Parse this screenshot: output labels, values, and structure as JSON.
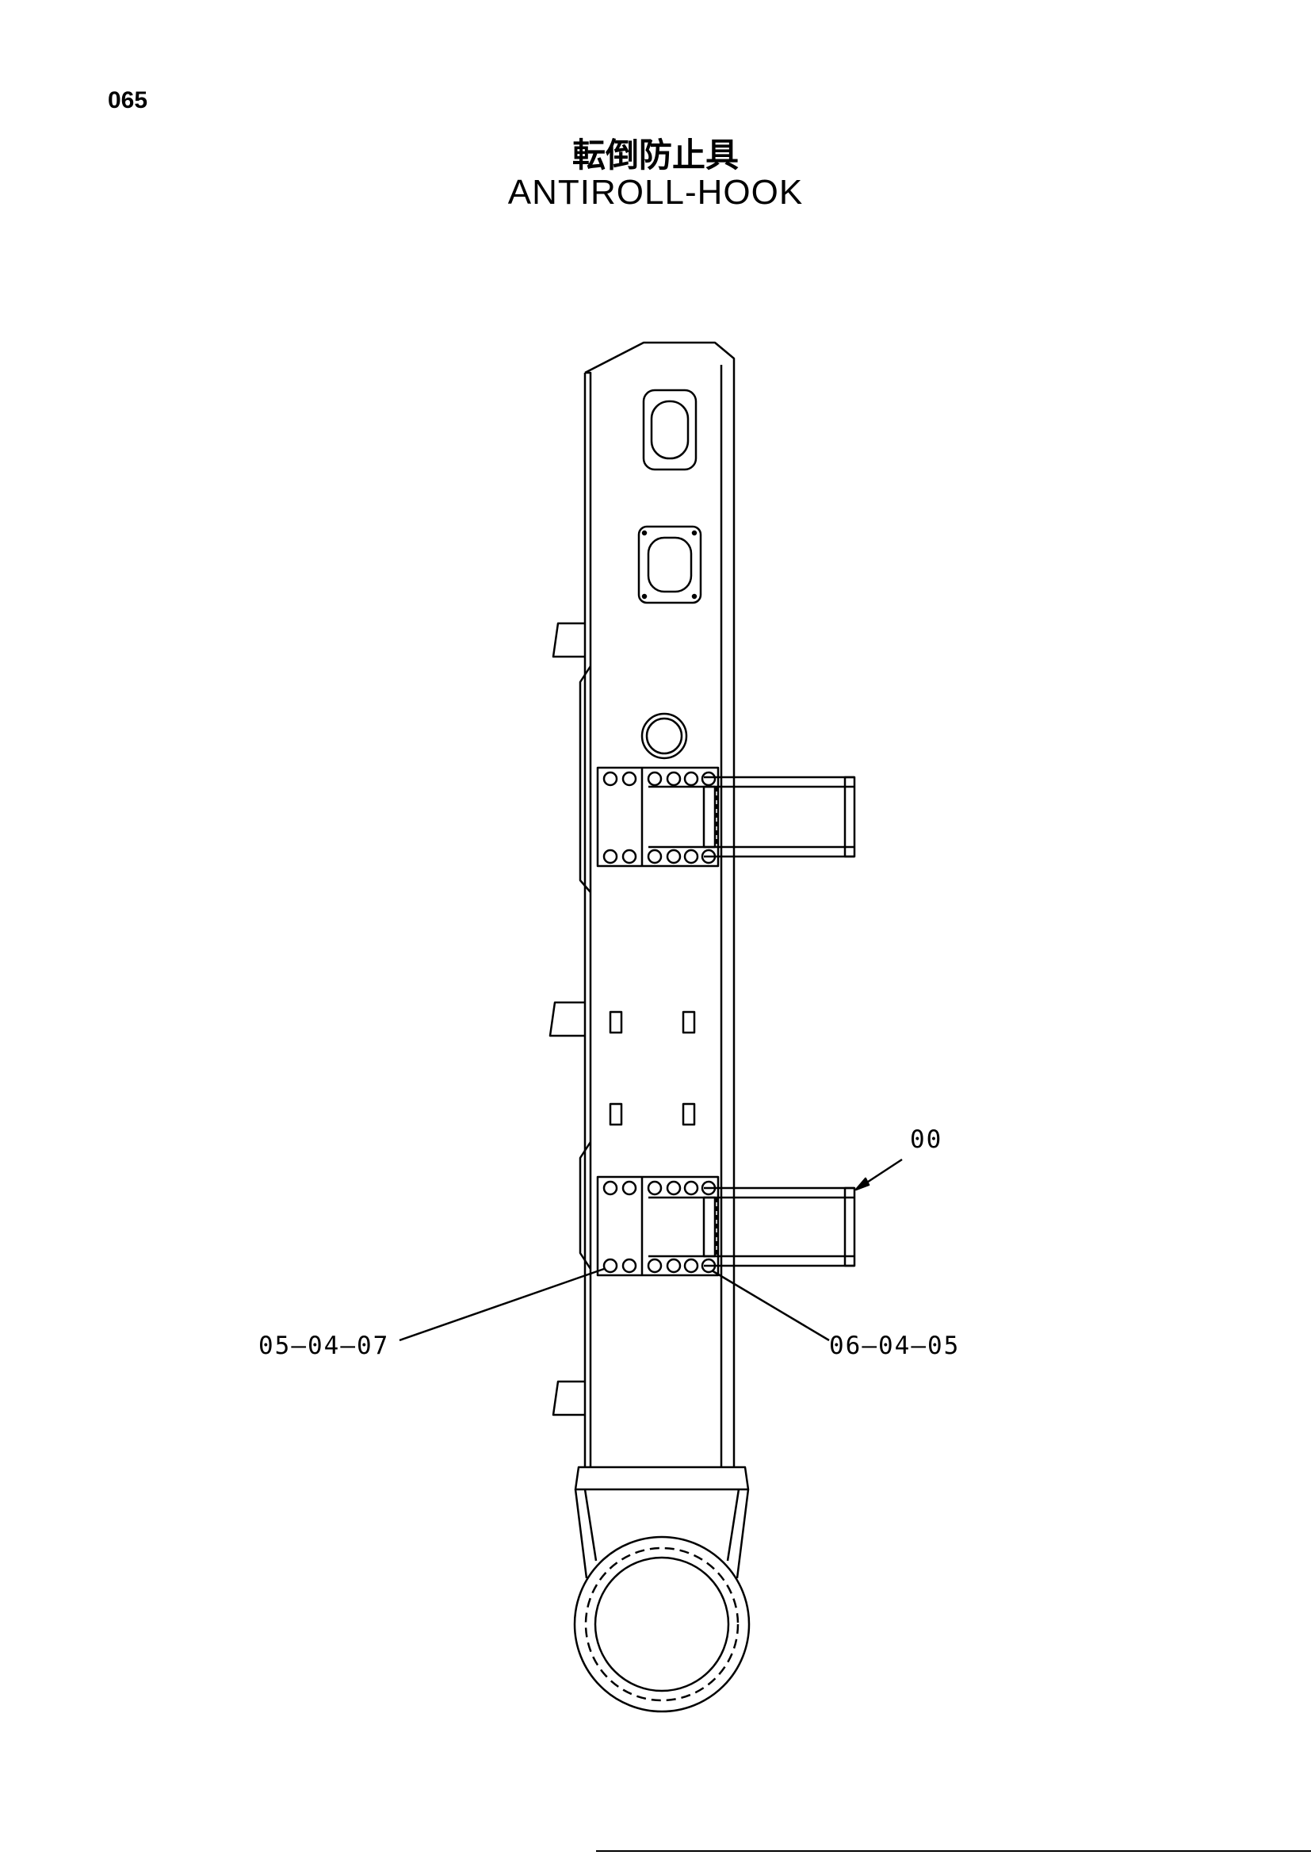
{
  "page_number": "065",
  "title_jp": "転倒防止具",
  "title_en": "ANTIROLL-HOOK",
  "callouts": {
    "top_right": "00",
    "left": "05—04—07",
    "right": "06—04—05"
  }
}
